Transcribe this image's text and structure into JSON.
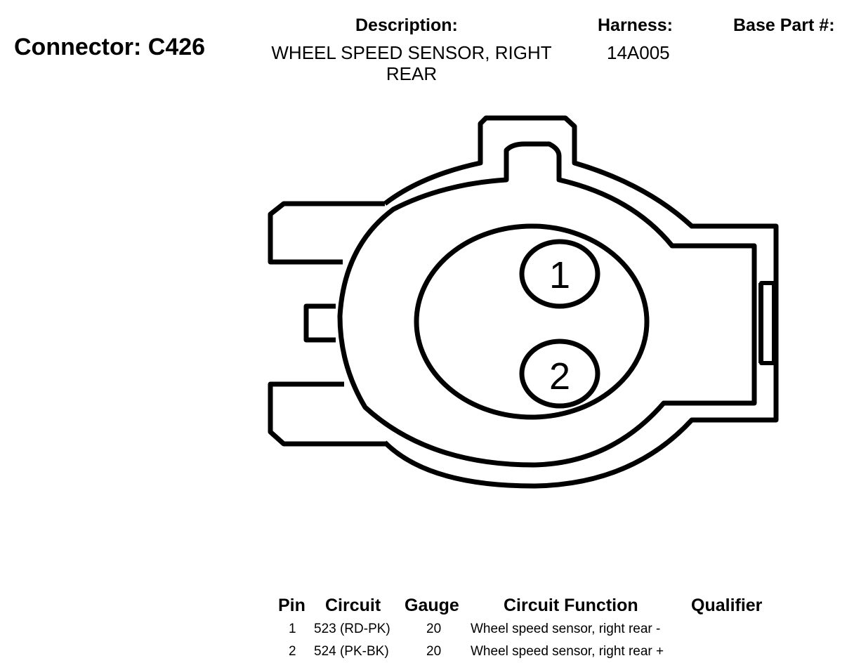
{
  "connector": {
    "title": "Connector: C426"
  },
  "header": {
    "description_label": "Description:",
    "description_value": "WHEEL SPEED SENSOR, RIGHT REAR",
    "harness_label": "Harness:",
    "harness_value": "14A005",
    "base_part_label": "Base Part #:"
  },
  "diagram": {
    "pin_labels": [
      "1",
      "2"
    ]
  },
  "table": {
    "headers": {
      "pin": "Pin",
      "circuit": "Circuit",
      "gauge": "Gauge",
      "function": "Circuit Function",
      "qualifier": "Qualifier"
    },
    "rows": [
      {
        "pin": "1",
        "circuit": "523 (RD-PK)",
        "gauge": "20",
        "function": "Wheel speed sensor, right rear -",
        "qualifier": ""
      },
      {
        "pin": "2",
        "circuit": "524 (PK-BK)",
        "gauge": "20",
        "function": "Wheel speed sensor, right rear +",
        "qualifier": ""
      }
    ]
  }
}
